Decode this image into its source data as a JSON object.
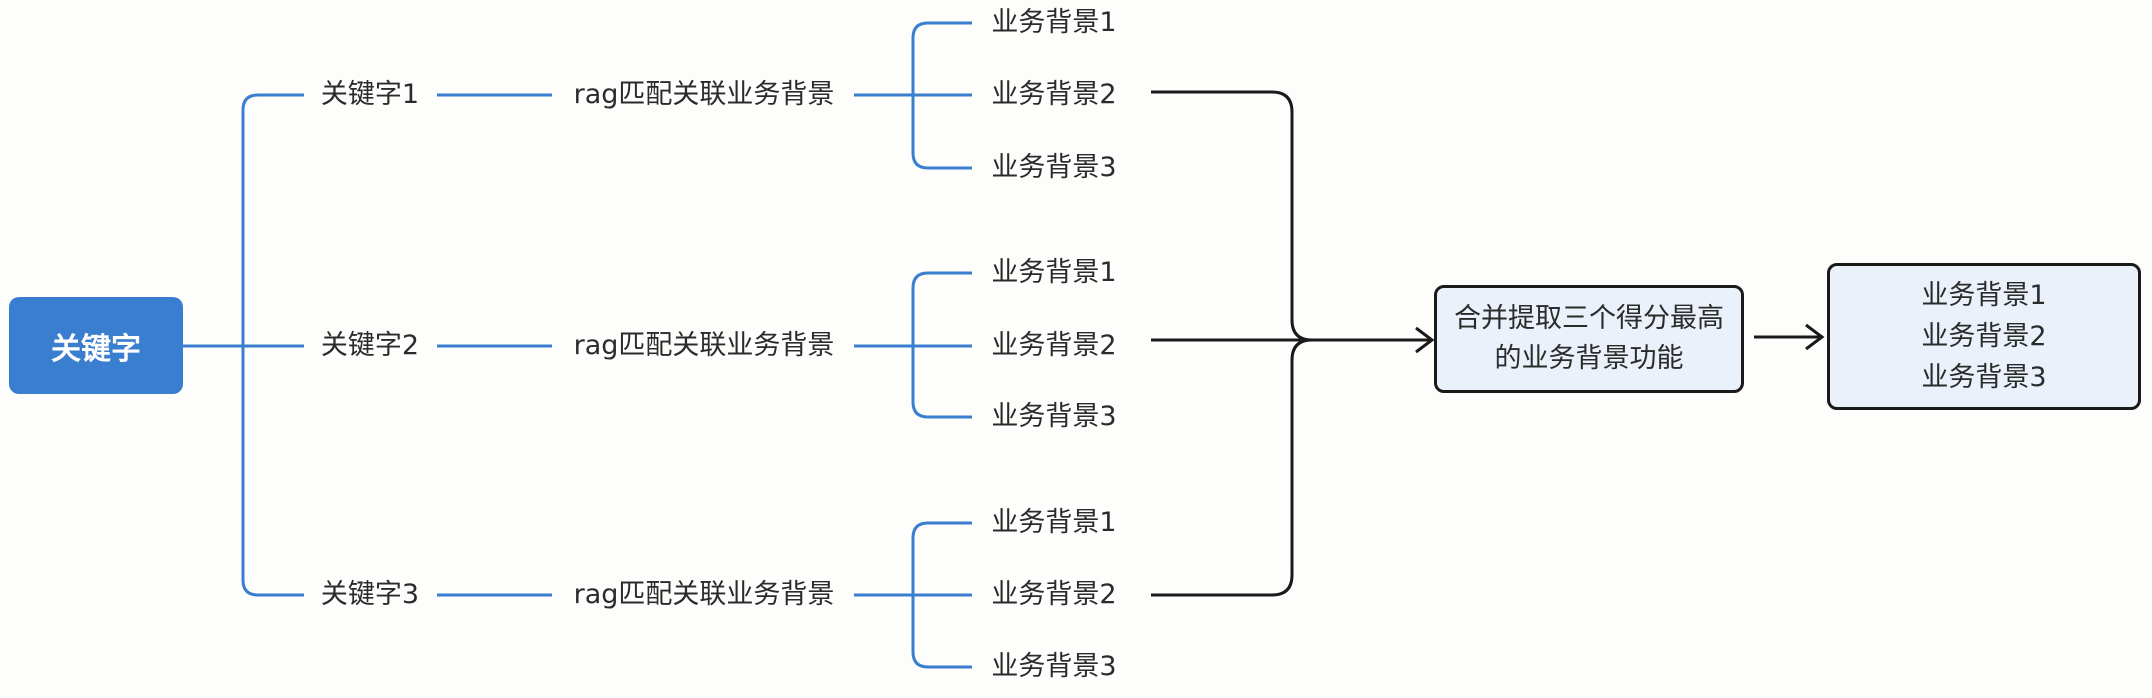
{
  "root": {
    "label": "关键字"
  },
  "branches": [
    {
      "keyword": "关键字1",
      "rag": "rag匹配关联业务背景",
      "backgrounds": [
        "业务背景1",
        "业务背景2",
        "业务背景3"
      ]
    },
    {
      "keyword": "关键字2",
      "rag": "rag匹配关联业务背景",
      "backgrounds": [
        "业务背景1",
        "业务背景2",
        "业务背景3"
      ]
    },
    {
      "keyword": "关键字3",
      "rag": "rag匹配关联业务背景",
      "backgrounds": [
        "业务背景1",
        "业务背景2",
        "业务背景3"
      ]
    }
  ],
  "merge": {
    "line1": "合并提取三个得分最高",
    "line2": "的业务背景功能"
  },
  "result": {
    "lines": [
      "业务背景1",
      "业务背景2",
      "业务背景3"
    ]
  },
  "colors": {
    "root_fill": "#3a7fcf",
    "tree_lines": "#3a7fcf",
    "merge_lines": "#1a1a1a",
    "box_fill": "#eaf1fb"
  }
}
